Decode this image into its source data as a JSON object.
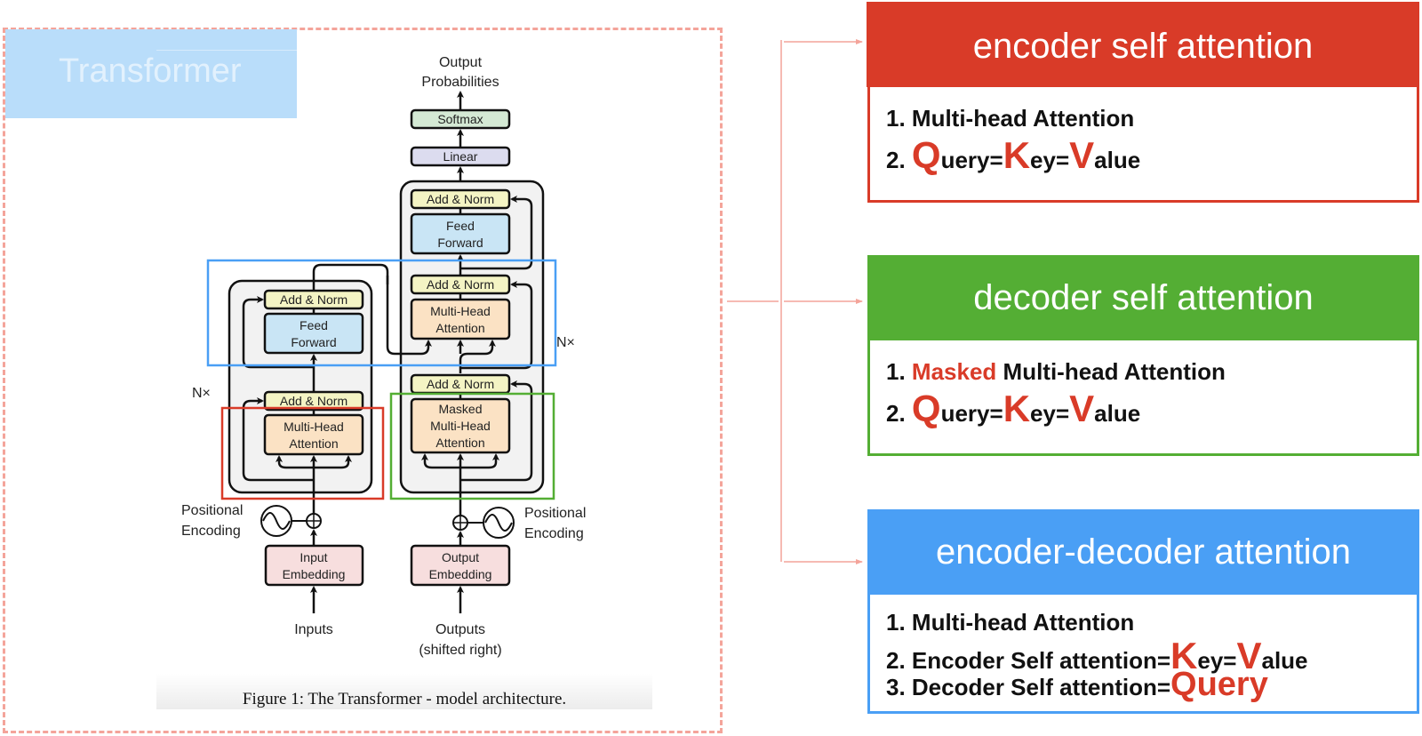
{
  "slide": {
    "title": "Transformer",
    "frame_color": "#f4a49a"
  },
  "figure": {
    "caption": "Figure 1: The Transformer - model architecture.",
    "output_label": [
      "Output",
      "Probabilities"
    ],
    "softmax": "Softmax",
    "linear": "Linear",
    "encoder": {
      "add_norm_top": "Add & Norm",
      "feed_forward": [
        "Feed",
        "Forward"
      ],
      "add_norm_bottom": "Add & Norm",
      "mha": [
        "Multi-Head",
        "Attention"
      ],
      "repeat": "N×",
      "pos_enc": [
        "Positional",
        "Encoding"
      ],
      "embedding": [
        "Input",
        "Embedding"
      ],
      "input_label": "Inputs"
    },
    "decoder": {
      "add_norm_top": "Add & Norm",
      "feed_forward": [
        "Feed",
        "Forward"
      ],
      "add_norm_mid": "Add & Norm",
      "mha": [
        "Multi-Head",
        "Attention"
      ],
      "add_norm_bottom": "Add & Norm",
      "masked_mha": [
        "Masked",
        "Multi-Head",
        "Attention"
      ],
      "repeat": "N×",
      "pos_enc": [
        "Positional",
        "Encoding"
      ],
      "embedding": [
        "Output",
        "Embedding"
      ],
      "output_label": [
        "Outputs",
        "(shifted right)"
      ]
    },
    "highlight_colors": {
      "encoder_self": "#d93b28",
      "decoder_self": "#54ae34",
      "enc_dec": "#4a9ff5"
    }
  },
  "cards": {
    "encoder_self": {
      "title": "encoder self attention",
      "color": "#d93b28",
      "item1": "1. Multi-head Attention",
      "item2_prefix": "2. ",
      "q": "Q",
      "q_rest": "uery=",
      "k": "K",
      "k_rest": "ey=",
      "v": "V",
      "v_rest": "alue"
    },
    "decoder_self": {
      "title": "decoder self attention",
      "color": "#54ae34",
      "item1_prefix": "1. ",
      "item1_highlight": "Masked",
      "item1_rest": " Multi-head Attention",
      "item2_prefix": "2. ",
      "q": "Q",
      "q_rest": "uery=",
      "k": "K",
      "k_rest": "ey=",
      "v": "V",
      "v_rest": "alue"
    },
    "enc_dec": {
      "title": "encoder-decoder attention",
      "color": "#4a9ff5",
      "item1": "1. Multi-head Attention",
      "item2_prefix": "2. Encoder Self attention=",
      "k": "K",
      "k_rest": "ey=",
      "v": "V",
      "v_rest": "alue",
      "item3_prefix": "3. Decoder Self attention=",
      "query": "Query"
    }
  }
}
